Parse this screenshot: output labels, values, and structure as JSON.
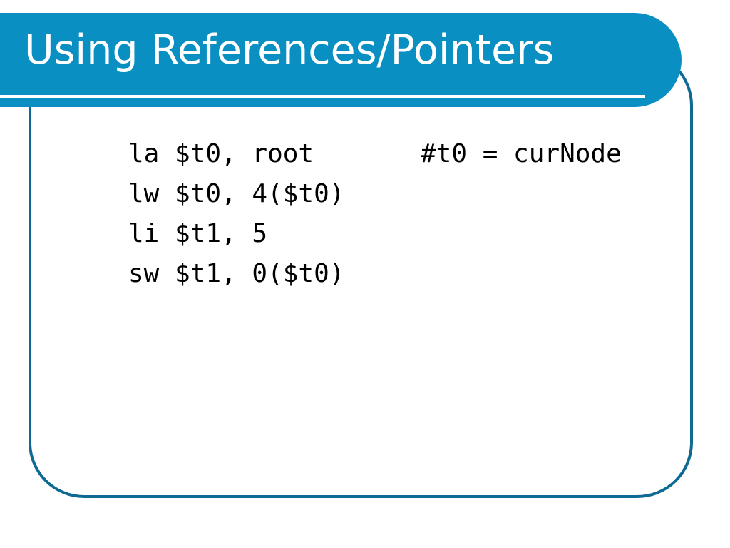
{
  "slide": {
    "title": "Using References/Pointers",
    "code_lines": [
      {
        "instruction": "la $t0, root",
        "comment": "#t0 = curNode"
      },
      {
        "instruction": "lw $t0, 4($t0)",
        "comment": ""
      },
      {
        "instruction": "li $t1, 5",
        "comment": ""
      },
      {
        "instruction": "sw $t1, 0($t0)",
        "comment": ""
      }
    ]
  },
  "colors": {
    "title_bar": "#0a8fc2",
    "frame_border": "#0e6a93",
    "title_text": "#ffffff",
    "body_text": "#000000"
  }
}
